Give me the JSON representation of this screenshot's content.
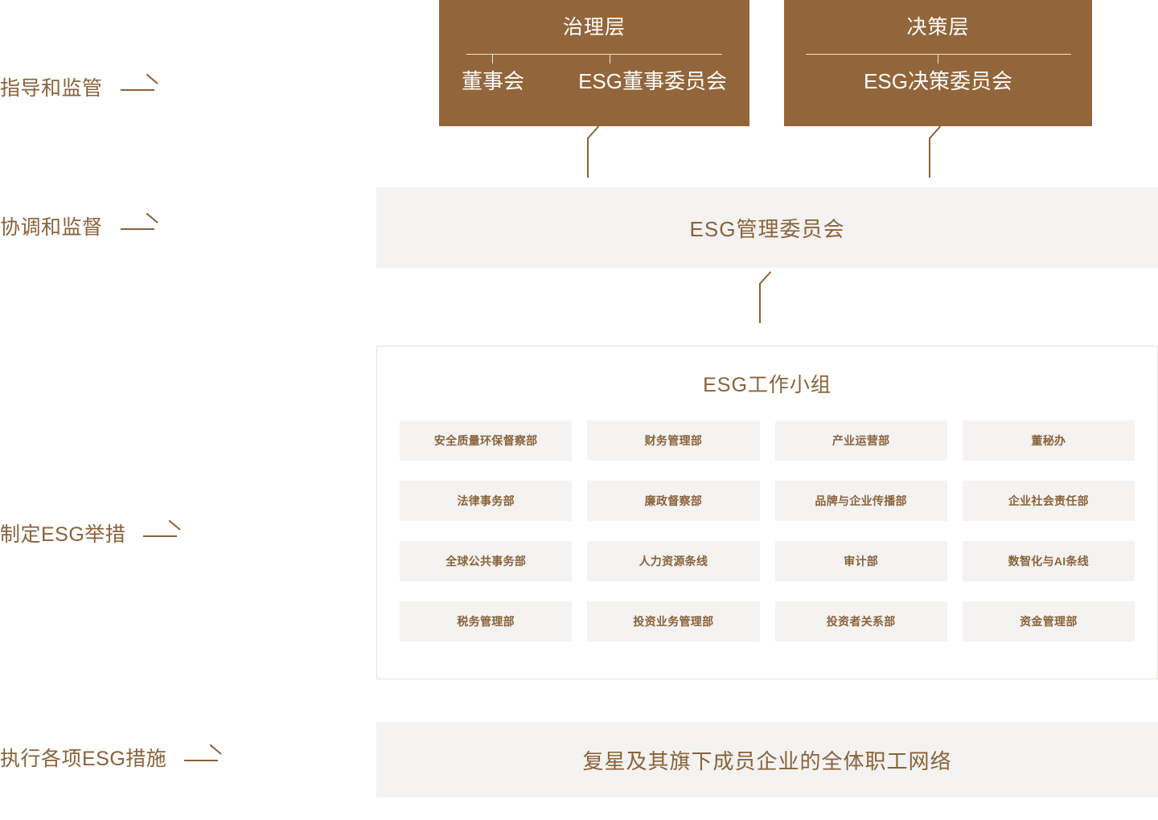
{
  "theme": {
    "brown": "#92663a",
    "text_brown": "#8a6239",
    "panel_gray": "#f4f3f2",
    "border_gray": "#e5e3e1",
    "white": "#ffffff"
  },
  "stage_labels": [
    {
      "text": "指导和监管",
      "icon": "arrow-right-icon"
    },
    {
      "text": "协调和监督",
      "icon": "arrow-right-icon"
    },
    {
      "text": "制定ESG举措",
      "icon": "arrow-right-icon"
    },
    {
      "text": "执行各项ESG措施",
      "icon": "arrow-right-icon"
    }
  ],
  "governance_boxes": [
    {
      "title": "治理层",
      "members": [
        "董事会",
        "ESG董事委员会"
      ]
    },
    {
      "title": "决策层",
      "members": [
        "ESG决策委员会"
      ]
    }
  ],
  "management_bar": {
    "label": "ESG管理委员会"
  },
  "workgroup": {
    "title": "ESG工作小组",
    "departments": [
      "安全质量环保督察部",
      "财务管理部",
      "产业运营部",
      "董秘办",
      "法律事务部",
      "廉政督察部",
      "品牌与企业传播部",
      "企业社会责任部",
      "全球公共事务部",
      "人力资源条线",
      "审计部",
      "数智化与AI条线",
      "税务管理部",
      "投资业务管理部",
      "投资者关系部",
      "资金管理部"
    ]
  },
  "workforce_bar": {
    "label": "复星及其旗下成员企业的全体职工网络"
  },
  "connectors": [
    {
      "name": "governance-to-management",
      "direction": "up"
    },
    {
      "name": "decision-to-management",
      "direction": "up"
    },
    {
      "name": "management-to-workgroup",
      "direction": "up"
    }
  ]
}
